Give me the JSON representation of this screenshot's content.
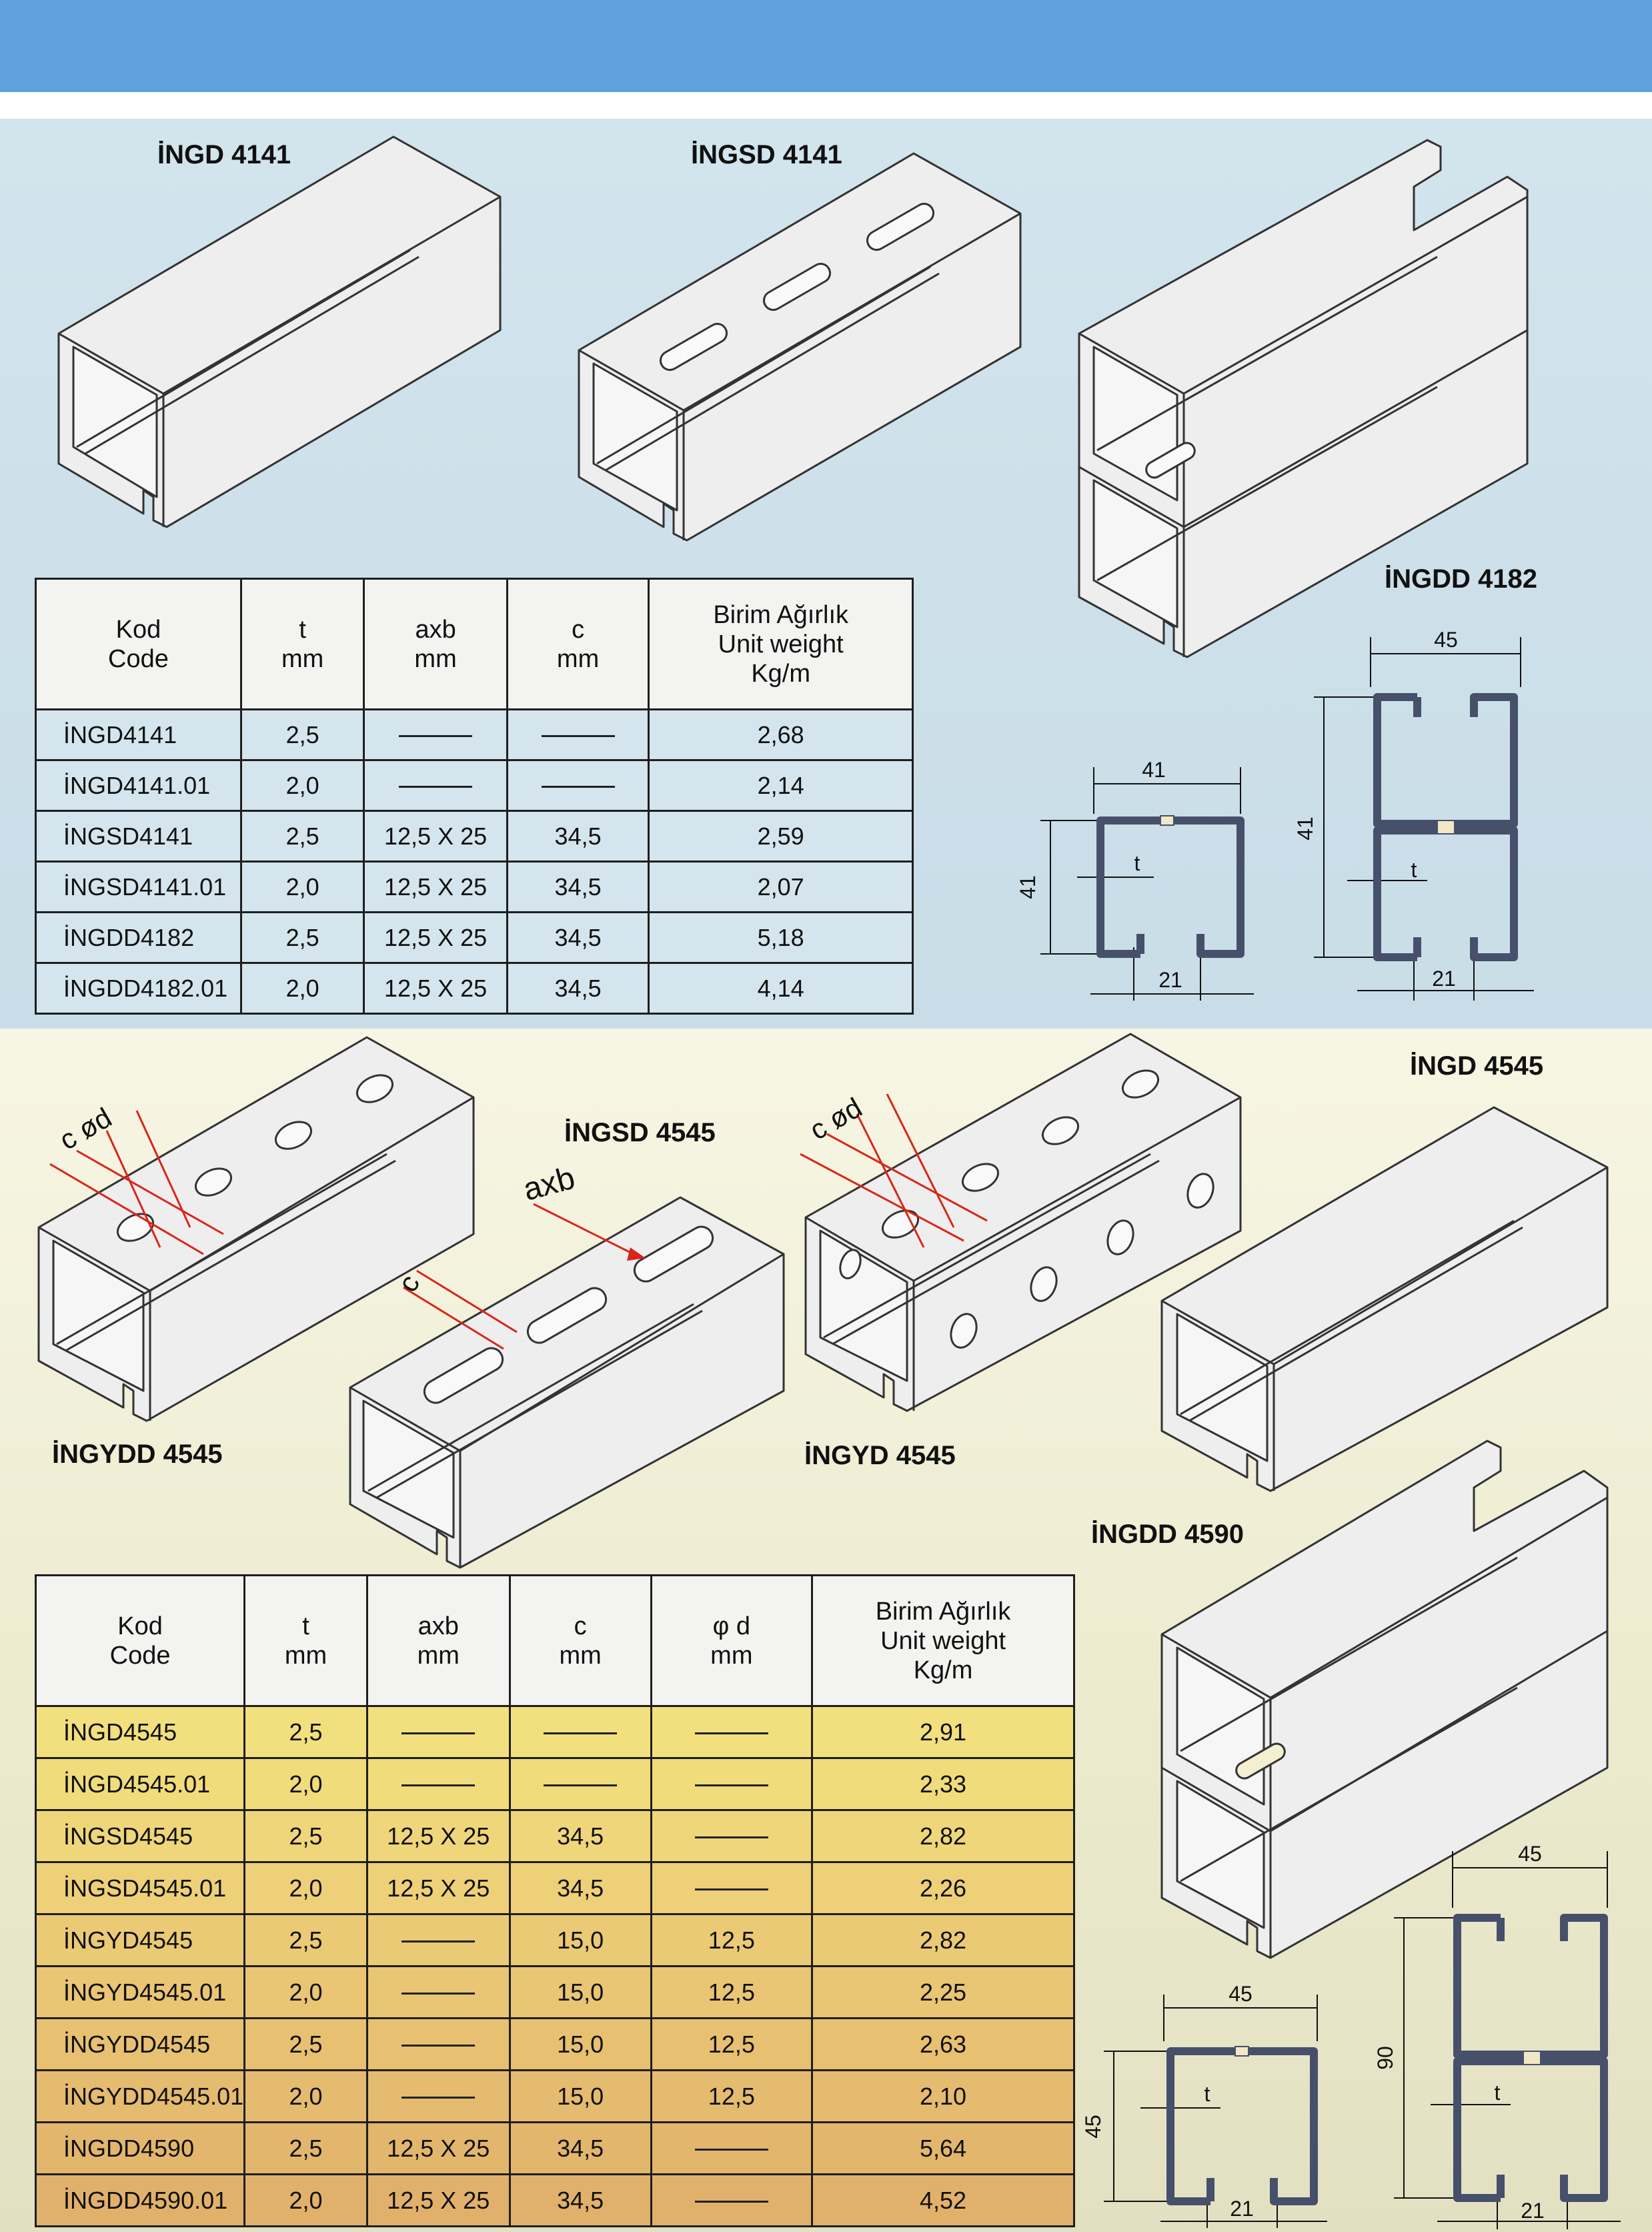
{
  "section1": {
    "labels": {
      "p1": "İNGD 4141",
      "p2": "İNGSD 4141",
      "p3": "İNGDD 4182"
    },
    "table": {
      "headers": {
        "code": [
          "Kod",
          "Code"
        ],
        "t": [
          "t",
          "mm"
        ],
        "axb": [
          "axb",
          "mm"
        ],
        "c": [
          "c",
          "mm"
        ],
        "weight": [
          "Birim Ağırlık",
          "Unit weight",
          "Kg/m"
        ]
      },
      "rows": [
        {
          "code": "İNGD4141",
          "t": "2,5",
          "axb": "",
          "c": "",
          "weight": "2,68"
        },
        {
          "code": "İNGD4141.01",
          "t": "2,0",
          "axb": "",
          "c": "",
          "weight": "2,14"
        },
        {
          "code": "İNGSD4141",
          "t": "2,5",
          "axb": "12,5 X 25",
          "c": "34,5",
          "weight": "2,59"
        },
        {
          "code": "İNGSD4141.01",
          "t": "2,0",
          "axb": "12,5 X 25",
          "c": "34,5",
          "weight": "2,07"
        },
        {
          "code": "İNGDD4182",
          "t": "2,5",
          "axb": "12,5 X 25",
          "c": "34,5",
          "weight": "5,18"
        },
        {
          "code": "İNGDD4182.01",
          "t": "2,0",
          "axb": "12,5 X 25",
          "c": "34,5",
          "weight": "4,14"
        }
      ]
    },
    "dims": {
      "single": {
        "width": "41",
        "height": "41",
        "thickness": "t",
        "opening": "21"
      },
      "double": {
        "width": "45",
        "height": "41",
        "thickness": "t",
        "opening": "21"
      }
    }
  },
  "section2": {
    "labels": {
      "p1": "İNGYDD 4545",
      "p2": "İNGSD 4545",
      "p3": "İNGYD 4545",
      "p4": "İNGD 4545",
      "p5": "İNGDD 4590"
    },
    "annotations": {
      "cphi1": "c  ød",
      "axb": "axb",
      "c": "c",
      "cphi2": "c  ød"
    },
    "table": {
      "headers": {
        "code": [
          "Kod",
          "Code"
        ],
        "t": [
          "t",
          "mm"
        ],
        "axb": [
          "axb",
          "mm"
        ],
        "c": [
          "c",
          "mm"
        ],
        "d": [
          "φ d",
          "mm"
        ],
        "weight": [
          "Birim Ağırlık",
          "Unit weight",
          "Kg/m"
        ]
      },
      "rows": [
        {
          "code": "İNGD4545",
          "t": "2,5",
          "axb": "",
          "c": "",
          "d": "",
          "weight": "2,91",
          "bg": "#f2e07e"
        },
        {
          "code": "İNGD4545.01",
          "t": "2,0",
          "axb": "",
          "c": "",
          "d": "",
          "weight": "2,33",
          "bg": "#f1dc7c"
        },
        {
          "code": "İNGSD4545",
          "t": "2,5",
          "axb": "12,5 X 25",
          "c": "34,5",
          "d": "",
          "weight": "2,82",
          "bg": "#efd67a"
        },
        {
          "code": "İNGSD4545.01",
          "t": "2,0",
          "axb": "12,5 X 25",
          "c": "34,5",
          "d": "",
          "weight": "2,26",
          "bg": "#edd078"
        },
        {
          "code": "İNGYD4545",
          "t": "2,5",
          "axb": "",
          "c": "15,0",
          "d": "12,5",
          "weight": "2,82",
          "bg": "#ebca76"
        },
        {
          "code": "İNGYD4545.01",
          "t": "2,0",
          "axb": "",
          "c": "15,0",
          "d": "12,5",
          "weight": "2,25",
          "bg": "#e9c574"
        },
        {
          "code": "İNGYDD4545",
          "t": "2,5",
          "axb": "",
          "c": "15,0",
          "d": "12,5",
          "weight": "2,63",
          "bg": "#e7c072"
        },
        {
          "code": "İNGYDD4545.01",
          "t": "2,0",
          "axb": "",
          "c": "15,0",
          "d": "12,5",
          "weight": "2,10",
          "bg": "#e5bb70"
        },
        {
          "code": "İNGDD4590",
          "t": "2,5",
          "axb": "12,5 X 25",
          "c": "34,5",
          "d": "",
          "weight": "5,64",
          "bg": "#e3b66e"
        },
        {
          "code": "İNGDD4590.01",
          "t": "2,0",
          "axb": "12,5 X 25",
          "c": "34,5",
          "d": "",
          "weight": "4,52",
          "bg": "#e1b16c"
        }
      ]
    },
    "dims": {
      "single": {
        "width": "45",
        "height": "45",
        "thickness": "t",
        "opening": "21"
      },
      "double": {
        "width": "45",
        "height": "90",
        "thickness": "t",
        "opening": "21"
      }
    }
  },
  "colors": {
    "header_bar": "#5fa2de",
    "annotation_red": "#d9261c",
    "profile_blue": "#46506b"
  }
}
